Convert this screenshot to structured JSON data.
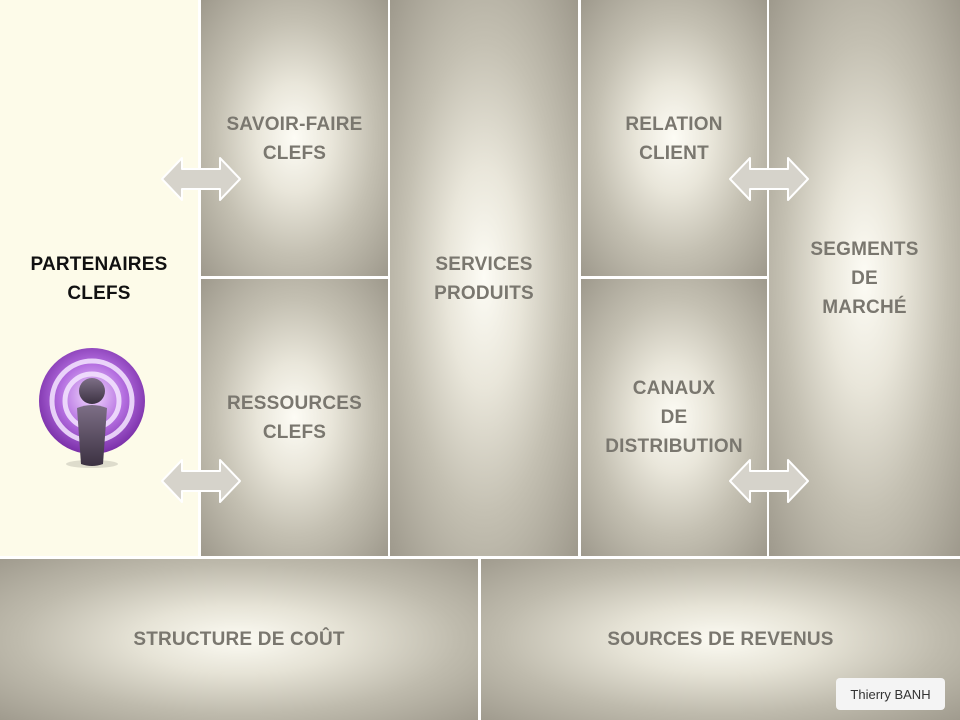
{
  "blocks": {
    "partners": "PARTENAIRES\nCLEFS",
    "key_activities": "SAVOIR-FAIRE\nCLEFS",
    "key_resources": "RESSOURCES\nCLEFS",
    "value_proposition": "SERVICES\nPRODUITS",
    "customer_relationships": "RELATION\nCLIENT",
    "channels": "CANAUX\nDE\nDISTRIBUTION",
    "customer_segments": "SEGMENTS\nDE\nMARCHÉ",
    "cost_structure": "STRUCTURE DE COÛT",
    "revenue_streams": "SOURCES DE REVENUS"
  },
  "credit": "Thierry BANH",
  "icons": {
    "partner_icon": "podcast-person-icon",
    "arrow_icon": "double-arrow-icon"
  },
  "colors": {
    "highlight_background": "#fdfbe9",
    "label_text": "#7a776f",
    "highlight_text": "#111111",
    "icon_purple": "#9b4fc4"
  }
}
